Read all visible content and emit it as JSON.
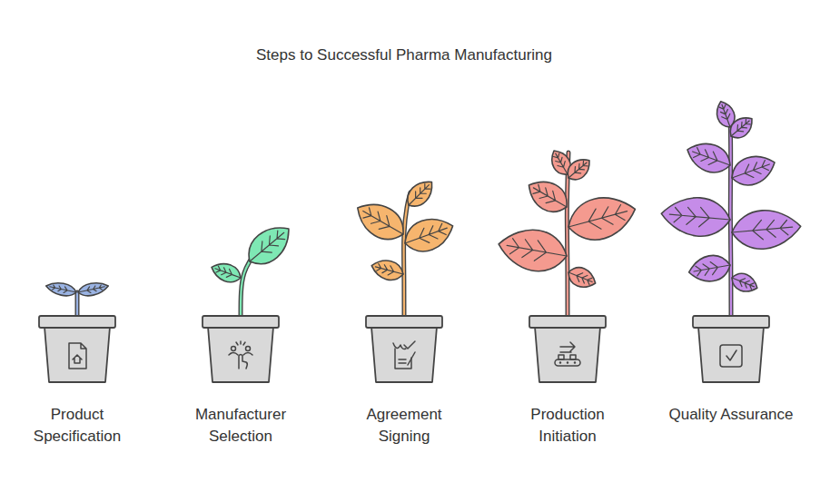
{
  "diagram": {
    "title": "Steps to Successful Pharma Manufacturing",
    "nodes": [
      {
        "text": [
          "Product Specification"
        ]
      },
      {
        "text": [
          "Manufacturer Selection"
        ]
      },
      {
        "text": [
          "Agreement Signing"
        ]
      },
      {
        "text": [
          "Production Initiation"
        ]
      },
      {
        "text": [
          "Quality Assurance"
        ]
      }
    ]
  }
}
